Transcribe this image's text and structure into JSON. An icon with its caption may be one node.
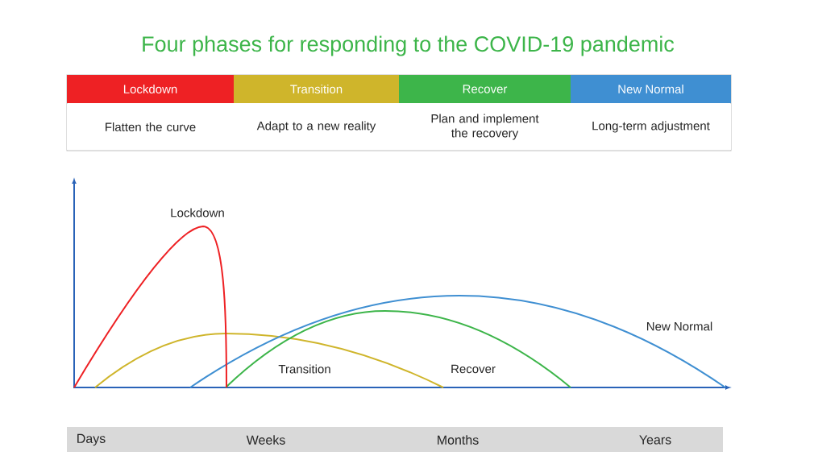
{
  "diagram": {
    "title": "Four phases for responding to the COVID-19 pandemic",
    "nodes": [
      {
        "text": [
          "Lockdown"
        ]
      },
      {
        "text": [
          "Transition"
        ]
      },
      {
        "text": [
          "Recover"
        ]
      },
      {
        "text": [
          "New Normal"
        ]
      },
      {
        "text": [
          "Flatten the curve"
        ]
      },
      {
        "text": [
          "Adapt to a new reality"
        ]
      },
      {
        "text": [
          "Plan and implement the recovery"
        ]
      },
      {
        "text": [
          "Long-term adjustment"
        ]
      }
    ],
    "labels": [
      "Lockdown",
      "New Normal",
      "Transition",
      "Recover",
      "Days",
      "Weeks",
      "Months",
      "Years"
    ]
  }
}
